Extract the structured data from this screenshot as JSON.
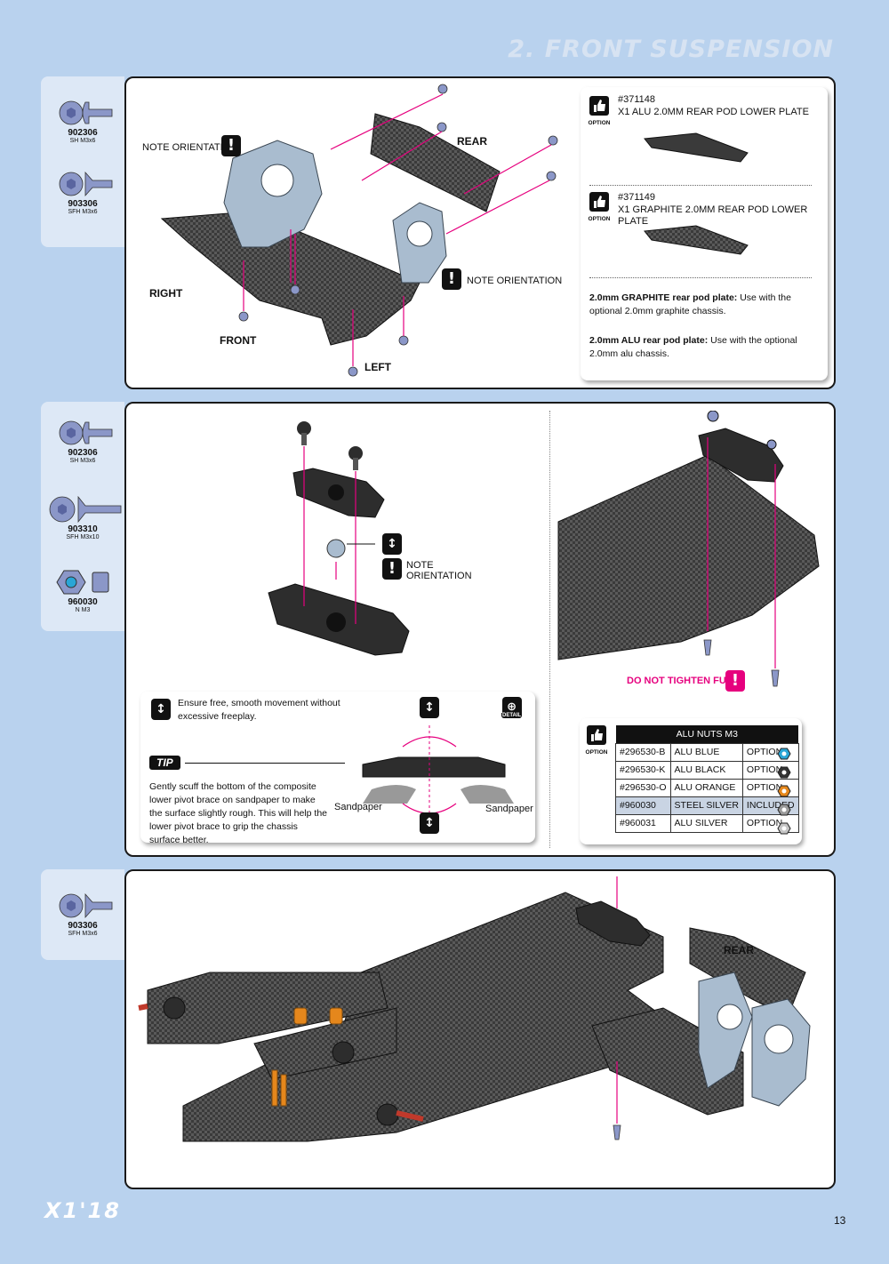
{
  "header": {
    "title": "2. FRONT SUSPENSION"
  },
  "footer": {
    "logo": "X1'18",
    "page_number": "13"
  },
  "step1": {
    "parts": [
      {
        "code": "902306",
        "desc": "SH M3x6",
        "icon": "button-head-screw-icon"
      },
      {
        "code": "903306",
        "desc": "SFH M3x6",
        "icon": "flat-head-screw-icon"
      }
    ],
    "labels": {
      "note_orientation_1": "NOTE ORIENTATION",
      "note_orientation_2": "NOTE ORIENTATION",
      "rear": "REAR",
      "right": "RIGHT",
      "front": "FRONT",
      "left": "LEFT"
    },
    "option_box": {
      "option_label": "OPTION",
      "items": [
        {
          "code": "#371148",
          "name": "X1 ALU 2.0MM REAR POD LOWER PLATE"
        },
        {
          "code": "#371149",
          "name": "X1 GRAPHITE 2.0MM REAR POD LOWER PLATE"
        }
      ],
      "notes": [
        {
          "bold": "2.0mm GRAPHITE rear pod plate:",
          "text": " Use with the optional 2.0mm graphite chassis."
        },
        {
          "bold": "2.0mm ALU rear pod plate:",
          "text": " Use with the optional 2.0mm alu chassis."
        }
      ]
    }
  },
  "step2": {
    "parts": [
      {
        "code": "902306",
        "desc": "SH M3x6",
        "icon": "button-head-screw-icon"
      },
      {
        "code": "903310",
        "desc": "SFH M3x10",
        "icon": "flat-head-screw-icon"
      },
      {
        "code": "960030",
        "desc": "N M3",
        "icon": "nut-icon"
      }
    ],
    "note_orientation": "NOTE ORIENTATION",
    "do_not_tighten": "DO NOT TIGHTEN FULLY",
    "tip_box": {
      "movement_text": "Ensure free, smooth movement without excessive freeplay.",
      "tip_label": "TIP",
      "tip_text": "Gently scuff the bottom of the composite lower pivot brace on sandpaper to make the surface slightly rough. This will help the lower pivot brace to grip the chassis surface better.",
      "sandpaper_left": "Sandpaper",
      "sandpaper_right": "Sandpaper",
      "detail_label": "DETAIL"
    },
    "nuts_table": {
      "option_label": "OPTION",
      "header": "ALU NUTS M3",
      "rows": [
        {
          "code": "#296530-B",
          "name": "ALU BLUE",
          "status": "OPTION",
          "color": "#2aa6d6"
        },
        {
          "code": "#296530-K",
          "name": "ALU BLACK",
          "status": "OPTION",
          "color": "#333333"
        },
        {
          "code": "#296530-O",
          "name": "ALU ORANGE",
          "status": "OPTION",
          "color": "#e5871c"
        },
        {
          "code": "#960030",
          "name": "STEEL SILVER",
          "status": "INCLUDED",
          "color": "#9a9a9a"
        },
        {
          "code": "#960031",
          "name": "ALU SILVER",
          "status": "OPTION",
          "color": "#c4c4c4"
        }
      ]
    }
  },
  "step3": {
    "parts": [
      {
        "code": "903306",
        "desc": "SFH M3x6",
        "icon": "flat-head-screw-icon"
      }
    ],
    "labels": {
      "rear": "REAR"
    }
  }
}
